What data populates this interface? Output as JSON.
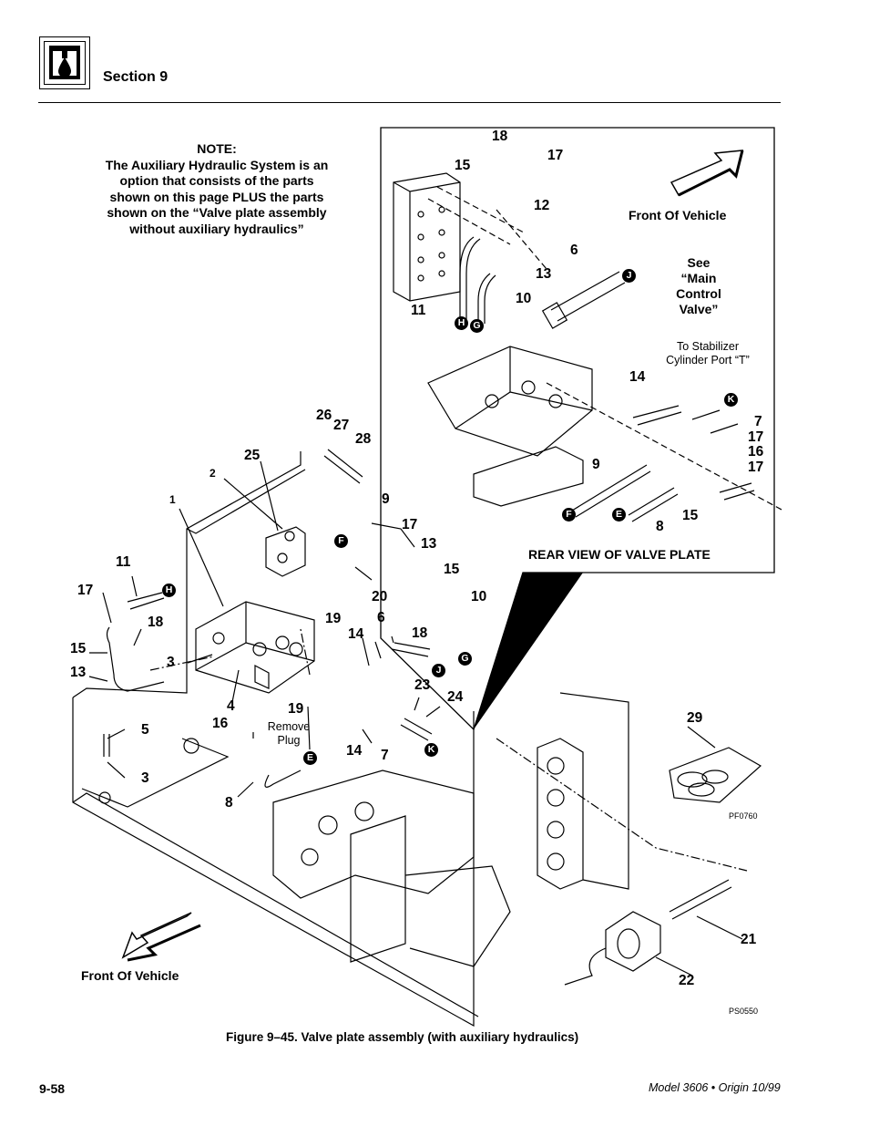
{
  "header": {
    "section": "Section 9"
  },
  "note": {
    "lines": [
      "NOTE:",
      "The Auxiliary Hydraulic System is an",
      "option that consists of the parts",
      "shown on this page PLUS the parts",
      "shown on the “Valve plate assembly",
      "without auxiliary hydraulics”"
    ]
  },
  "inset": {
    "title": "REAR VIEW OF VALVE PLATE",
    "front_of_vehicle": "Front Of Vehicle",
    "see_main_lines": [
      "See",
      "“Main",
      "Control",
      "Valve”"
    ],
    "stabilizer_lines": [
      "To Stabilizer",
      "Cylinder Port “T”"
    ],
    "callouts": [
      "18",
      "15",
      "17",
      "12",
      "6",
      "13",
      "11",
      "10",
      "14",
      "7",
      "17",
      "16",
      "17",
      "9",
      "8",
      "15"
    ],
    "badges": [
      "J",
      "H",
      "G",
      "K",
      "F",
      "E"
    ]
  },
  "main": {
    "front_of_vehicle": "Front Of Vehicle",
    "remove_plug_lines": [
      "Remove",
      "Plug"
    ],
    "callouts": [
      "26",
      "27",
      "28",
      "25",
      "2",
      "1",
      "9",
      "17",
      "13",
      "15",
      "10",
      "11",
      "17",
      "18",
      "15",
      "13",
      "3",
      "20",
      "19",
      "14",
      "6",
      "18",
      "23",
      "24",
      "4",
      "16",
      "19",
      "5",
      "3",
      "14",
      "7",
      "8",
      "29",
      "21",
      "22"
    ],
    "badges": [
      "F",
      "H",
      "G",
      "J",
      "K",
      "E"
    ],
    "codes": [
      "PF0760",
      "PS0550"
    ]
  },
  "caption": "Figure 9–45.  Valve plate assembly (with auxiliary hydraulics)",
  "footer": {
    "page": "9-58",
    "model": "Model 3606 • Origin 10/99"
  }
}
